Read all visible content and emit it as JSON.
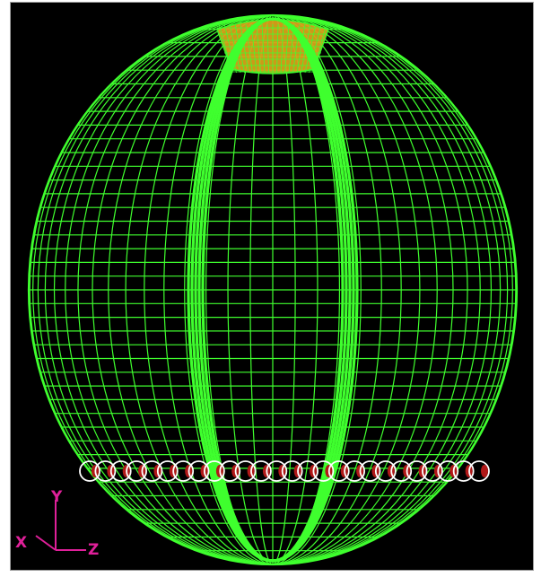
{
  "view": {
    "background": "#000000",
    "frame_color": "#9a9a9a"
  },
  "mesh": {
    "shape": "spheroid",
    "color": "#3fff2e",
    "cap_color": "#d8a21a",
    "meridians": 34,
    "parallels": 40
  },
  "meridian_bands": {
    "color": "#3fff2e",
    "count": 2
  },
  "ring": {
    "count": 26,
    "stroke": "#ffffff",
    "fill": "#b01818"
  },
  "triad": {
    "color": "#e0209a",
    "labels": {
      "x": "X",
      "y": "Y",
      "z": "Z"
    }
  }
}
